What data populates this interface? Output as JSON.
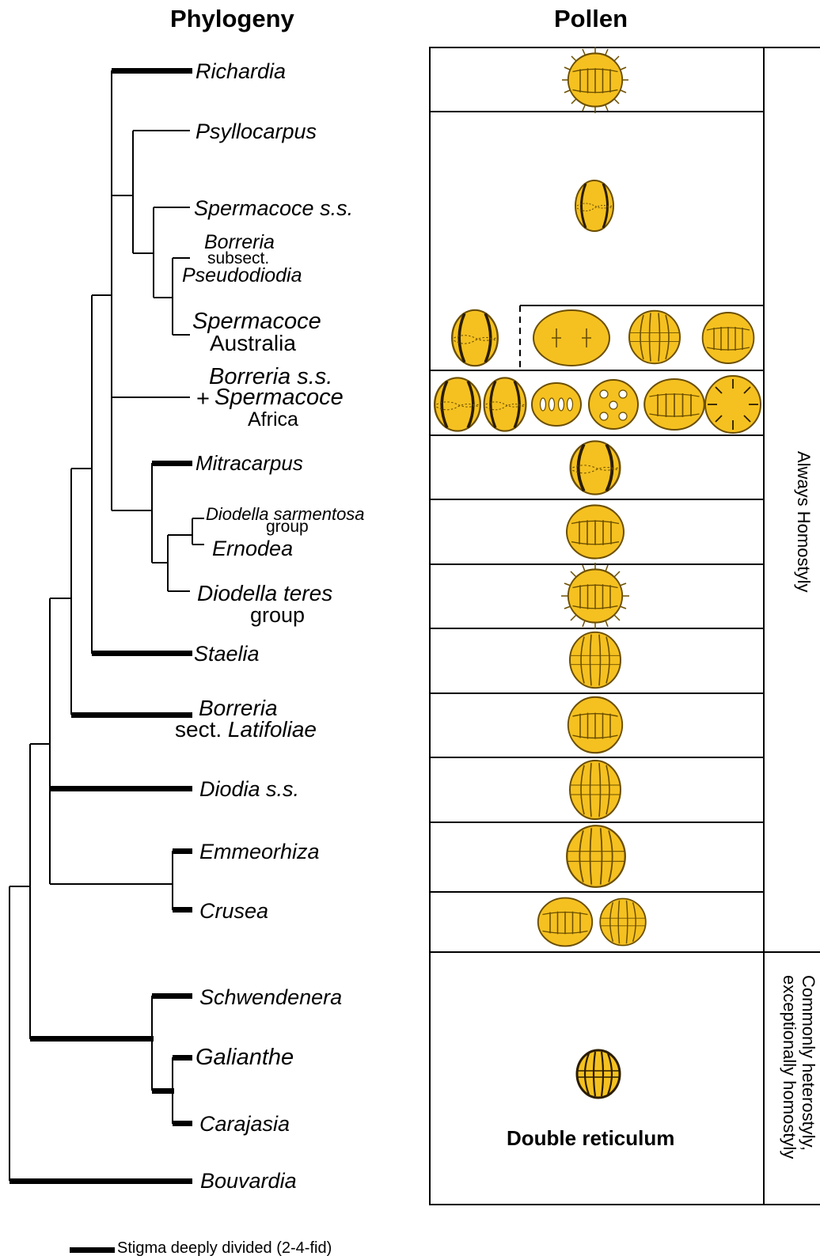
{
  "headers": {
    "phylogeny": "Phylogeny",
    "pollen": "Pollen"
  },
  "taxa": {
    "richardia": "Richardia",
    "psyllocarpus": "Psyllocarpus",
    "spermacoce_ss": "Spermacoce",
    "spermacoce_ss_suffix": "s.s.",
    "borreria_subsect_1": "Borreria",
    "borreria_subsect_2": "subsect.",
    "borreria_subsect_3": "Pseudodiodia",
    "spermacoce_aus_1": "Spermacoce",
    "spermacoce_aus_2": "Australia",
    "borreria_ss_1": "Borreria s.s.",
    "borreria_ss_plus": "+",
    "borreria_ss_2": "Spermacoce",
    "borreria_ss_3": "Africa",
    "mitracarpus": "Mitracarpus",
    "diodella_sarm_1": "Diodella sarmentosa",
    "diodella_sarm_2": "group",
    "ernodea": "Ernodea",
    "diodella_teres_1": "Diodella teres",
    "diodella_teres_2": "group",
    "staelia": "Staelia",
    "borreria_lat_1": "Borreria",
    "borreria_lat_2a": "sect.",
    "borreria_lat_2b": "Latifoliae",
    "diodia_ss": "Diodia s.s.",
    "emmeorhiza": "Emmeorhiza",
    "crusea": "Crusea",
    "schwendenera": "Schwendenera",
    "galianthe": "Galianthe",
    "carajasia": "Carajasia",
    "bouvardia": "Bouvardia"
  },
  "side_labels": {
    "homostyly": "Always Homostyly",
    "heterostyly_1": "Commonly heterostyly,",
    "heterostyly_2": "exceptionally homostyly"
  },
  "double_reticulum": "Double reticulum",
  "legend": {
    "stigma": "Stigma deeply divided (2-4-fid)"
  },
  "colors": {
    "pollen_fill": "#f5c120",
    "pollen_stroke": "#7a5a00",
    "line": "#000000"
  },
  "pollen_types": [
    "spiny-tricolporate",
    "pored-colpi",
    "oval-two-pores",
    "multi-colpate-band",
    "periporate-dots",
    "radial-colpi",
    "plain-colpate",
    "double-reticulum"
  ]
}
